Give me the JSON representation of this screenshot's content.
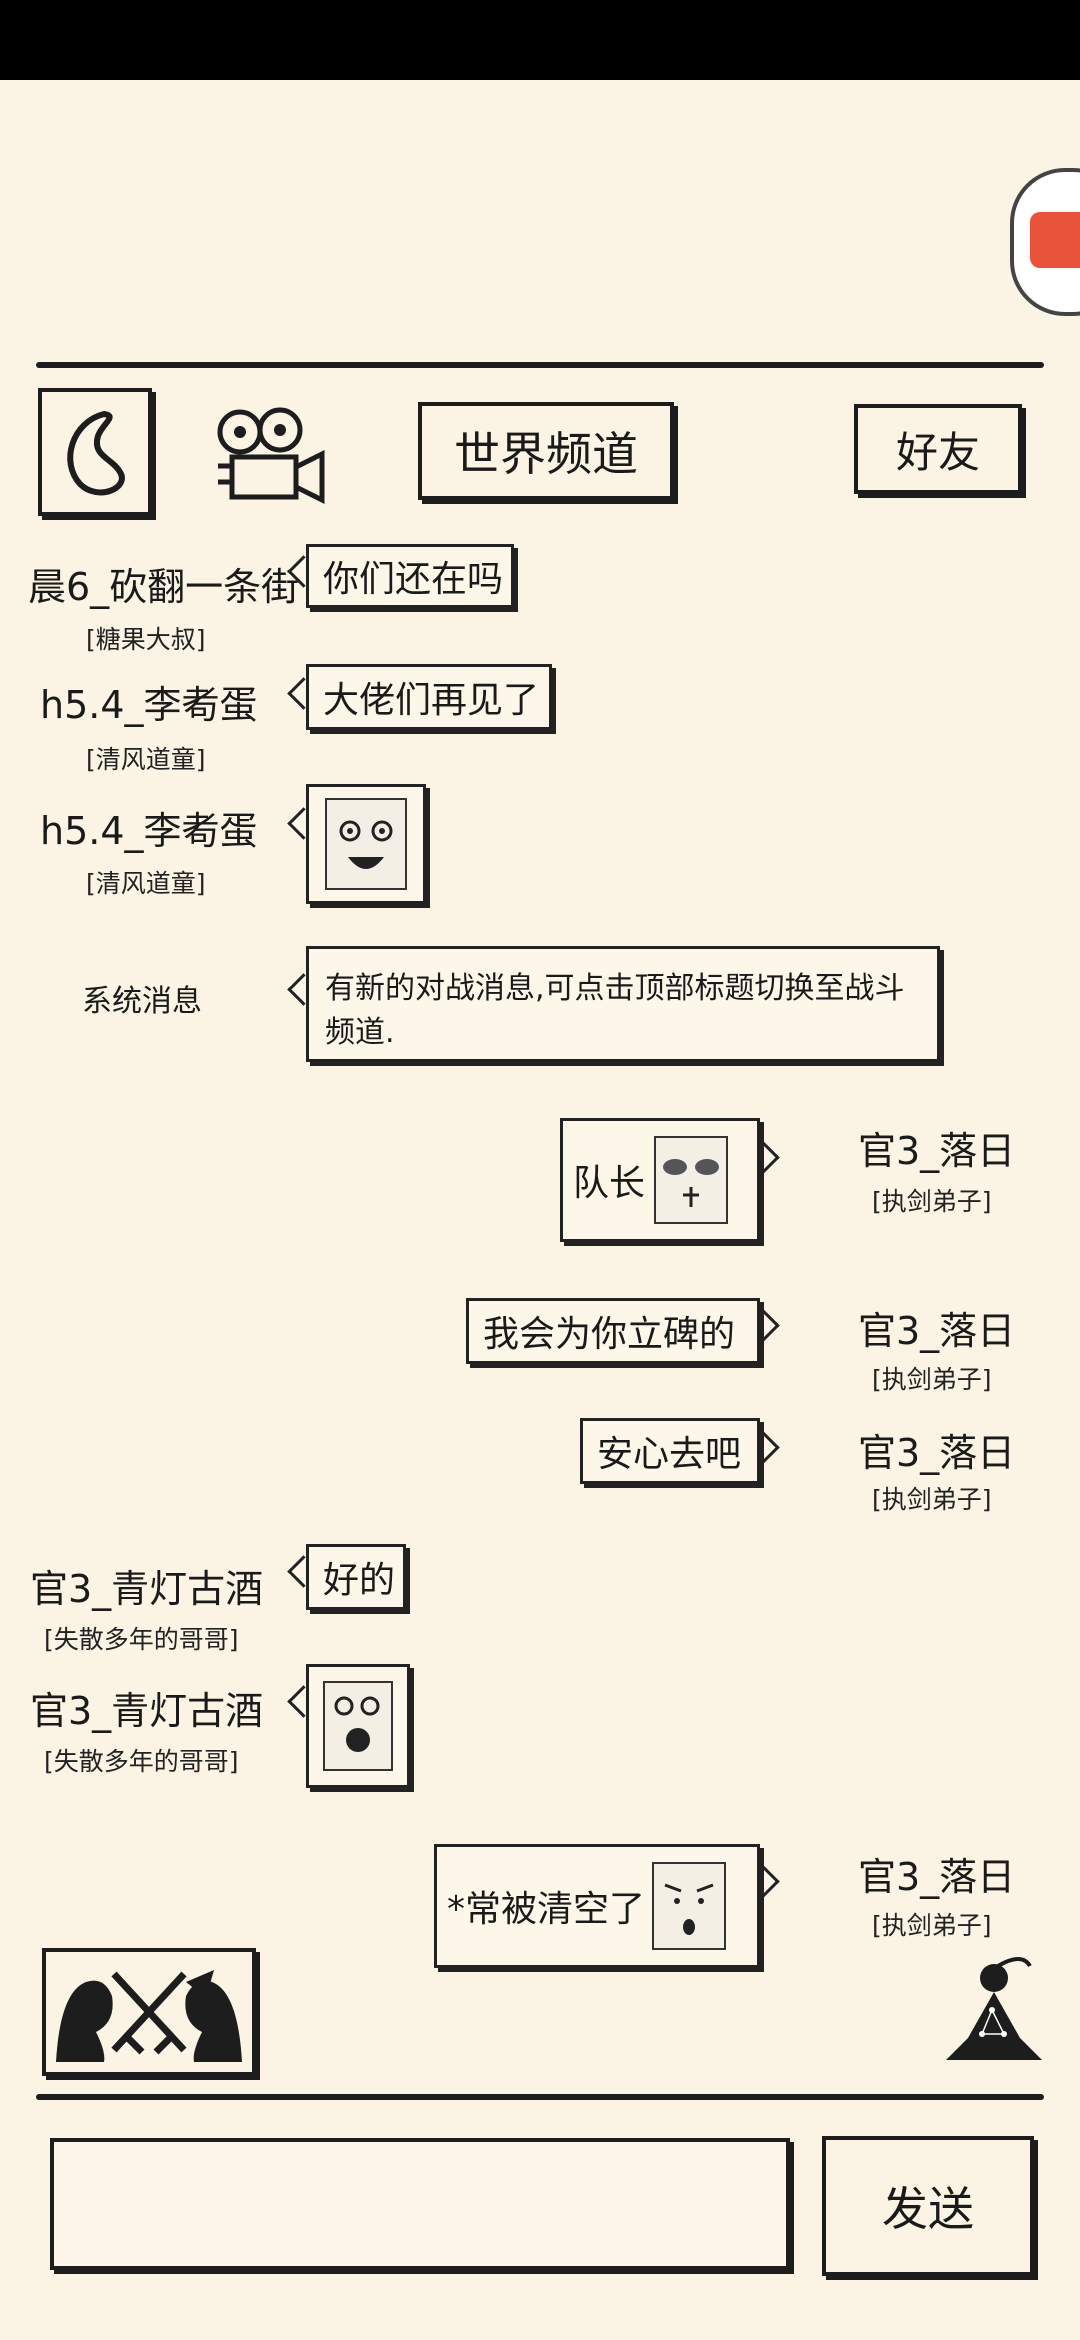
{
  "header": {
    "tab_world": "世界频道",
    "tab_friends": "好友"
  },
  "messages": [
    {
      "name": "晨6_砍翻一条街",
      "title": "[糖果大叔]",
      "text": "你们还在吗"
    },
    {
      "name": "h5.4_李耇蛋",
      "title": "[清风道童]",
      "text": "大佬们再见了"
    },
    {
      "name": "h5.4_李耇蛋",
      "title": "[清风道童]",
      "emoji": "smiling-face-sticker"
    },
    {
      "name": "系统消息",
      "text": "有新的对战消息,可点击顶部标题切换至战斗频道."
    },
    {
      "name": "官3_落日",
      "title": "[执剑弟子]",
      "text": "队长",
      "emoji": "bruised-face-sticker"
    },
    {
      "name": "官3_落日",
      "title": "[执剑弟子]",
      "text": "我会为你立碑的"
    },
    {
      "name": "官3_落日",
      "title": "[执剑弟子]",
      "text": "安心去吧"
    },
    {
      "name": "官3_青灯古酒",
      "title": "[失散多年的哥哥]",
      "text": "好的"
    },
    {
      "name": "官3_青灯古酒",
      "title": "[失散多年的哥哥]",
      "emoji": "dizzy-face-sticker"
    },
    {
      "name": "官3_落日",
      "title": "[执剑弟子]",
      "text": "*常被清空了",
      "emoji": "pouting-face-sticker"
    }
  ],
  "footer": {
    "send_label": "发送",
    "input_placeholder": ""
  },
  "icons": {
    "back": "back-icon",
    "camera": "movie-camera-icon",
    "battle": "crossed-swords-battle-icon",
    "meditate": "meditating-figure-icon"
  },
  "colors": {
    "background": "#fbf3e3",
    "ink": "#1d1d1d"
  }
}
